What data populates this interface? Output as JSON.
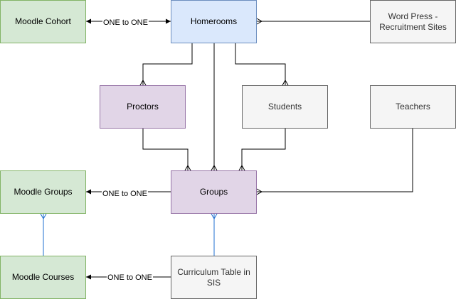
{
  "nodes": {
    "moodle_cohort": "Moodle Cohort",
    "homerooms": "Homerooms",
    "word_press": "Word Press -\nRecruitment Sites",
    "proctors": "Proctors",
    "students": "Students",
    "teachers": "Teachers",
    "moodle_groups": "Moodle Groups",
    "groups": "Groups",
    "moodle_courses": "Moodle Courses",
    "curriculum": "Curriculum Table in\nSIS"
  },
  "edges": {
    "cohort_homerooms": "ONE to ONE",
    "groups_moodle_groups": "ONE to ONE",
    "curriculum_moodle_courses": "ONE to ONE"
  },
  "colors": {
    "green_fill": "#d5e8d4",
    "green_stroke": "#82b366",
    "blue_fill": "#dae8fc",
    "blue_stroke": "#6c8ebf",
    "purple_fill": "#e1d5e7",
    "purple_stroke": "#9673a6",
    "grey_fill": "#f5f5f5",
    "grey_stroke": "#666666",
    "connector": "#000000",
    "connector_blue": "#1f6fd0"
  }
}
